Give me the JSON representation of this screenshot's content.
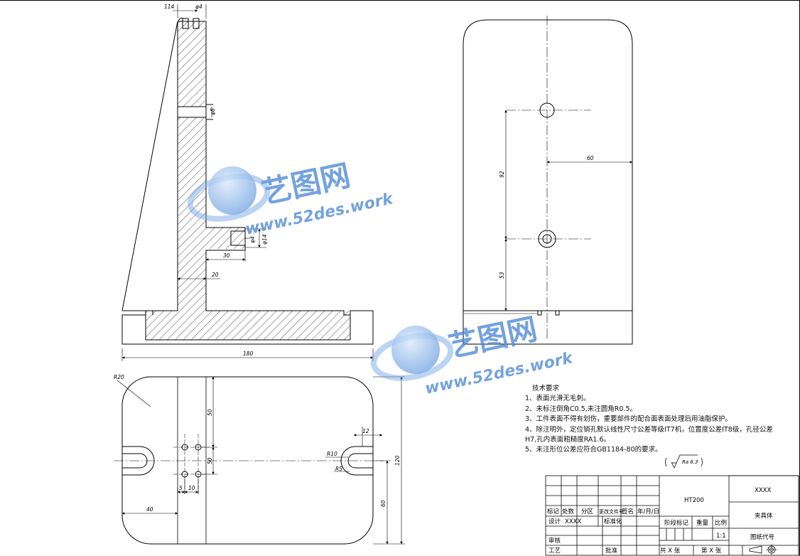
{
  "watermark": {
    "logo_text": "艺图网",
    "url_text": "www.52des.work"
  },
  "dims": {
    "slot_top": "114",
    "hole_dia_top": "φ4",
    "hole_dia_mid": "φ8",
    "hole_dia_small": "φ4",
    "hole_dia_side": "φ14",
    "len_30": "30",
    "len_20": "20",
    "total_width": "180",
    "side_60": "60",
    "side_92": "92",
    "side_53": "53",
    "plan_r20": "R20",
    "plan_50a": "50",
    "plan_50b": "50",
    "plan_12": "12",
    "plan_r10": "R10",
    "plan_r5": "R5",
    "plan_5": "5",
    "plan_10": "10",
    "plan_40": "40",
    "plan_120": "120",
    "plan_60": "60"
  },
  "notes": {
    "title": "技术要求",
    "lines": [
      "1、表面光滑无毛刺。",
      "2、未标注倒角C0.5,未注圆角R0.5。",
      "3、工件表面不得有划伤，重要部件的配合面表面处理后用油脂保护。",
      "4、除注明外，定位销孔默认线性尺寸公差等级IT7机，位置度公差IT8级，孔径公差",
      "H7,孔内表面粗糙度RA1.6。",
      "5、未注形位公差应符合GB1184-80的要求。"
    ]
  },
  "roughness": {
    "value": "Ra 6.3"
  },
  "title_block": {
    "material": "HT200",
    "drawing_name_top": "XXXX",
    "part_name": "夹具体",
    "drawing_code": "图纸代号",
    "scale_label": "比例",
    "scale_value": "1:1",
    "weight_label": "重量",
    "stage_label": "阶段标记",
    "biaoji": "标记",
    "chushu": "处数",
    "fenqu": "分区",
    "gengai": "更改文件号",
    "qianming": "签名",
    "nianyueri": "年/月/日",
    "sheji": "设计",
    "sheji_name": "XXXX",
    "biaozhunhua": "标准化",
    "shenhe": "审核",
    "gongyi": "工艺",
    "pizhun": "批准",
    "total_sheets": "共 X 张",
    "sheet_no": "第 X 张"
  }
}
